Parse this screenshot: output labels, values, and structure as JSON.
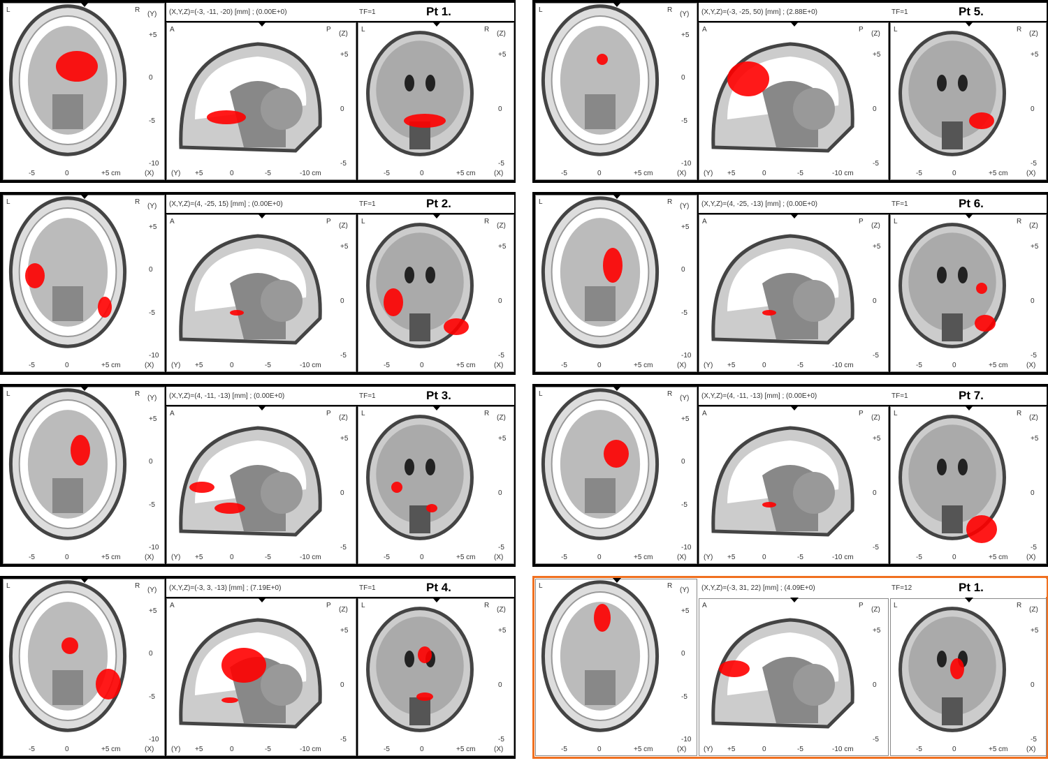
{
  "figure": {
    "highlight_color": "#f07020",
    "activation_color": "#ff0000",
    "axes": {
      "axial": {
        "left": "L",
        "right": "R",
        "axis": "(Y)",
        "y_ticks": [
          "+5",
          "0",
          "-5",
          "-10"
        ],
        "x_ticks": [
          "-5",
          "0",
          "+5 cm"
        ],
        "x_axis": "(X)"
      },
      "sagittal": {
        "left": "A",
        "right": "P",
        "axis": "(Z)",
        "y_ticks": [
          "+5",
          "0",
          "-5"
        ],
        "x_axis": "(Y)",
        "x_ticks": [
          "+5",
          "0",
          "-5",
          "-10 cm"
        ]
      },
      "coronal": {
        "left": "L",
        "right": "R",
        "axis": "(Z)",
        "y_ticks": [
          "+5",
          "0",
          "-5"
        ],
        "x_ticks": [
          "-5",
          "0",
          "+5 cm"
        ],
        "x_axis": "(X)"
      }
    },
    "panels": [
      {
        "coord": "(X,Y,Z)=(-3, -11, -20) [mm] ; (0.00E+0)",
        "tf": "TF=1",
        "patient": "Pt 1.",
        "highlighted": false
      },
      {
        "coord": "(X,Y,Z)=(-3, -25, 50) [mm] ; (2.88E+0)",
        "tf": "TF=1",
        "patient": "Pt 5.",
        "highlighted": false
      },
      {
        "coord": "(X,Y,Z)=(4, -25, 15) [mm] ; (0.00E+0)",
        "tf": "TF=1",
        "patient": "Pt 2.",
        "highlighted": false
      },
      {
        "coord": "(X,Y,Z)=(4, -25, -13) [mm] ; (0.00E+0)",
        "tf": "TF=1",
        "patient": "Pt 6.",
        "highlighted": false
      },
      {
        "coord": "(X,Y,Z)=(4, -11, -13) [mm] ; (0.00E+0)",
        "tf": "TF=1",
        "patient": "Pt 3.",
        "highlighted": false
      },
      {
        "coord": "(X,Y,Z)=(4, -11, -13) [mm] ; (0.00E+0)",
        "tf": "TF=1",
        "patient": "Pt 7.",
        "highlighted": false
      },
      {
        "coord": "(X,Y,Z)=(-3, 3, -13) [mm] ; (7.19E+0)",
        "tf": "TF=1",
        "patient": "Pt 4.",
        "highlighted": false
      },
      {
        "coord": "(X,Y,Z)=(-3, 31, 22) [mm] ; (4.09E+0)",
        "tf": "TF=12",
        "patient": "Pt 1.",
        "highlighted": true
      }
    ]
  }
}
